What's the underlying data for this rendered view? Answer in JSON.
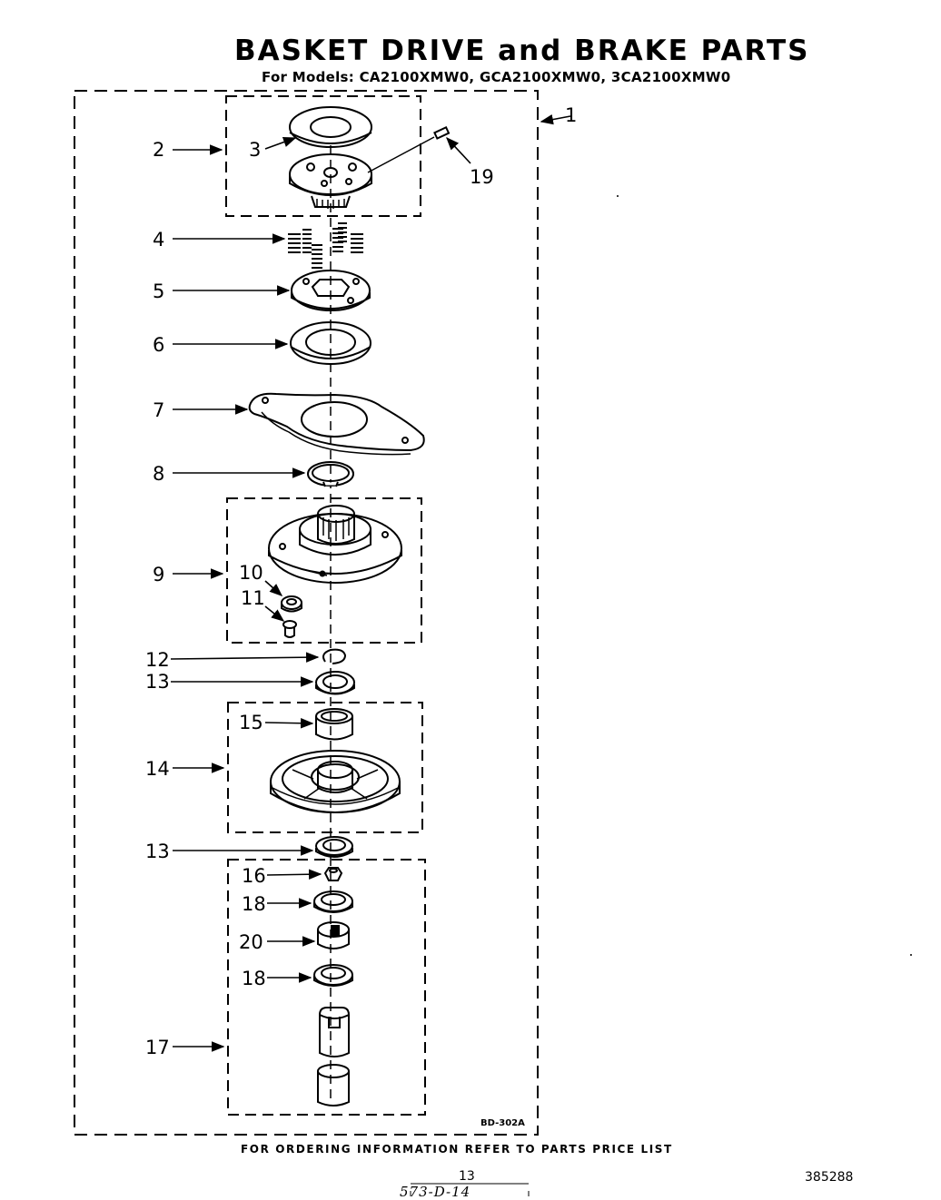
{
  "title": "BASKET DRIVE and BRAKE PARTS",
  "subtitle": "For Models: CA2100XMW0, GCA2100XMW0, 3CA2100XMW0",
  "figure_code": "BD-302A",
  "footer_note": "FOR ORDERING INFORMATION REFER TO PARTS PRICE LIST",
  "page_number": "13",
  "document_number": "385288",
  "handwritten_note": "573-D-14",
  "callouts": {
    "c1": "1",
    "c2": "2",
    "c3": "3",
    "c4": "4",
    "c5": "5",
    "c6": "6",
    "c7": "7",
    "c8": "8",
    "c9": "9",
    "c10": "10",
    "c11": "11",
    "c12": "12",
    "c13a": "13",
    "c13b": "13",
    "c14": "14",
    "c15": "15",
    "c16": "16",
    "c17": "17",
    "c18a": "18",
    "c18b": "18",
    "c19": "19",
    "c20": "20"
  }
}
